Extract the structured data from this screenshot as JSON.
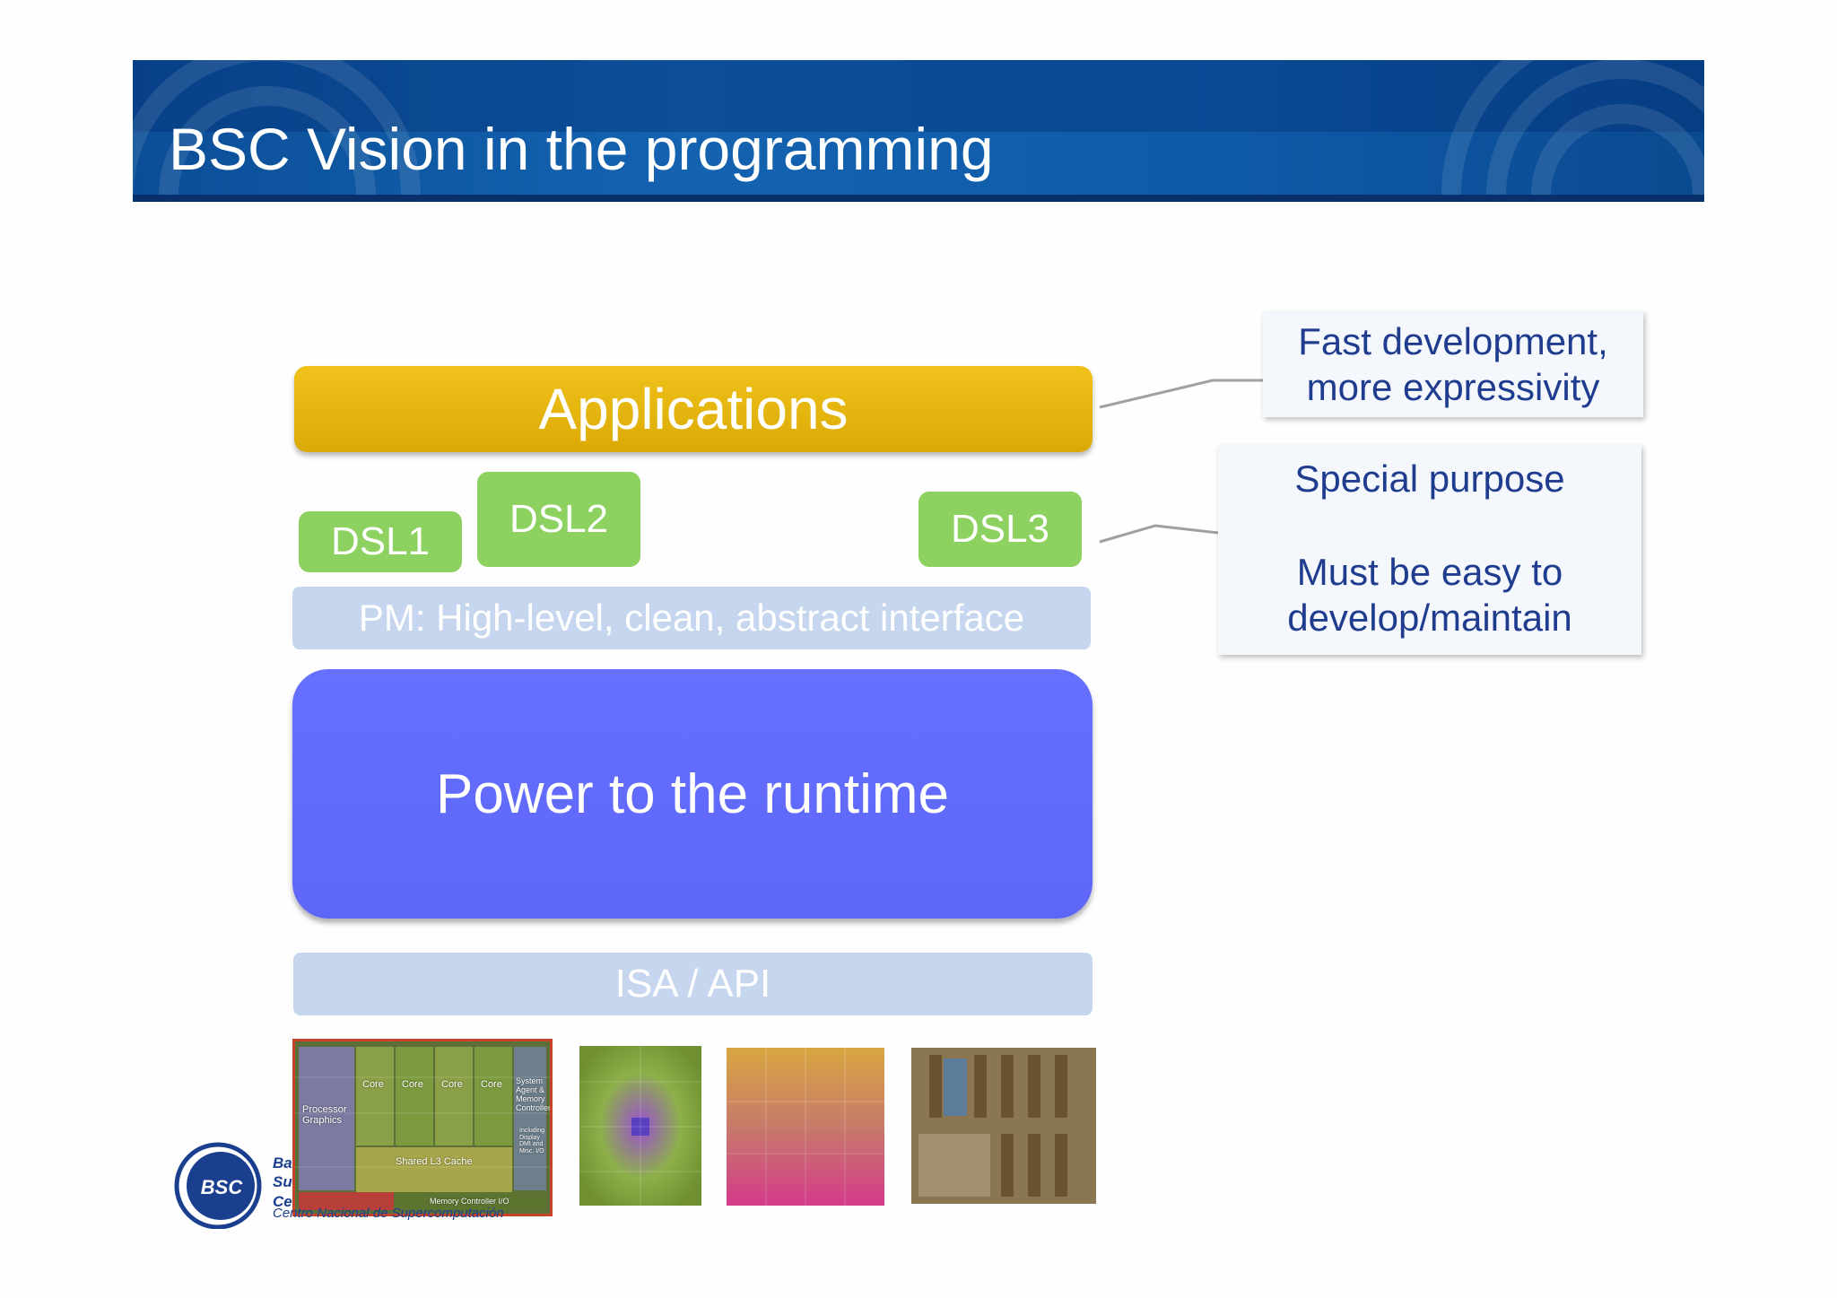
{
  "header": {
    "title": "BSC Vision in the programming"
  },
  "stack": {
    "applications": "Applications",
    "dsls": [
      "DSL1",
      "DSL2",
      "DSL3"
    ],
    "pm": "PM: High-level, clean, abstract interface",
    "runtime": "Power to the runtime",
    "isa": "ISA / API"
  },
  "callouts": {
    "applications_note": [
      "Fast development,",
      "more expressivity"
    ],
    "dsl_note": {
      "line1": "Special purpose",
      "line2a": "Must be easy to",
      "line2b": "develop/maintain"
    }
  },
  "chips": {
    "chip1": {
      "cores": [
        "Core",
        "Core",
        "Core",
        "Core"
      ],
      "processor_graphics": [
        "Processor",
        "Graphics"
      ],
      "system_agent": [
        "System",
        "Agent &",
        "Memory",
        "Controller"
      ],
      "including": [
        "Including",
        "Display",
        "DMI and",
        "Misc. I/O"
      ],
      "shared_cache": "Shared L3 Cache",
      "memory_controller": "Memory Controller I/O"
    }
  },
  "logo": {
    "mark": "BSC",
    "lines": [
      "Ba",
      "Su",
      "Ce"
    ],
    "subtitle": "Centro Nacional de Supercomputación"
  },
  "colors": {
    "header": "#0f5aa8",
    "applications": "#e8b70f",
    "dsl": "#8dd160",
    "pm_isa": "#c5d6ee",
    "runtime": "#6068fb",
    "callout_text": "#1f3c8e"
  }
}
